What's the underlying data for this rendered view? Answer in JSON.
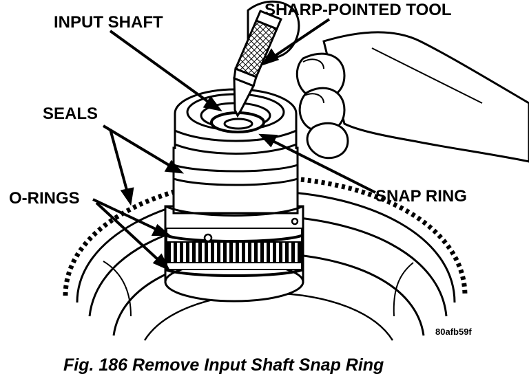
{
  "labels": {
    "input_shaft": "INPUT SHAFT",
    "sharp_pointed_tool": "SHARP-POINTED TOOL",
    "seals": "SEALS",
    "snap_ring": "SNAP RING",
    "o_rings": "O-RINGS"
  },
  "illustration_id": "80afb59f",
  "caption": "Fig. 186 Remove Input Shaft Snap Ring"
}
